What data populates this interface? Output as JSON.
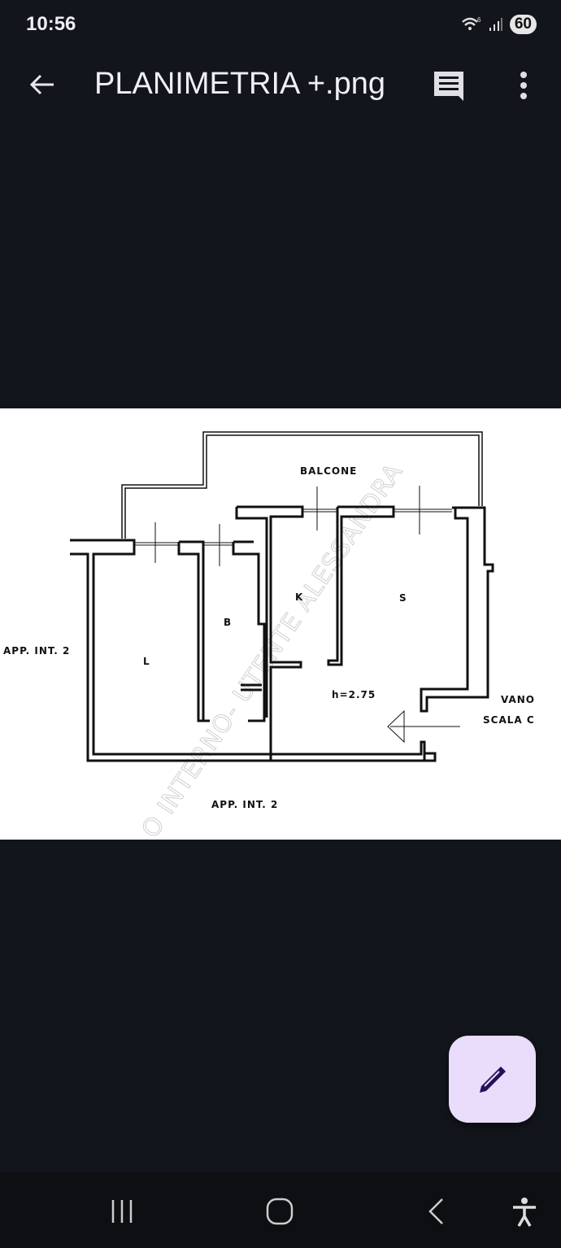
{
  "status_bar": {
    "time": "10:56",
    "battery": "60"
  },
  "app_bar": {
    "title": "PLANIMETRIA +.png"
  },
  "floor_plan": {
    "labels": {
      "balcony": "BALCONE",
      "room_l": "L",
      "room_b": "B",
      "room_k": "K",
      "room_s": "S",
      "height": "h=2.75",
      "neighbor_left": "APP. INT. 2",
      "neighbor_bottom": "APP. INT. 2",
      "stair_line1": "VANO",
      "stair_line2": "SCALA C"
    },
    "watermark": "O INTERNO- UTENTE ALESSANDRA"
  },
  "colors": {
    "background": "#12151b",
    "fab": "#eadcfb",
    "fab_icon": "#23105a"
  }
}
